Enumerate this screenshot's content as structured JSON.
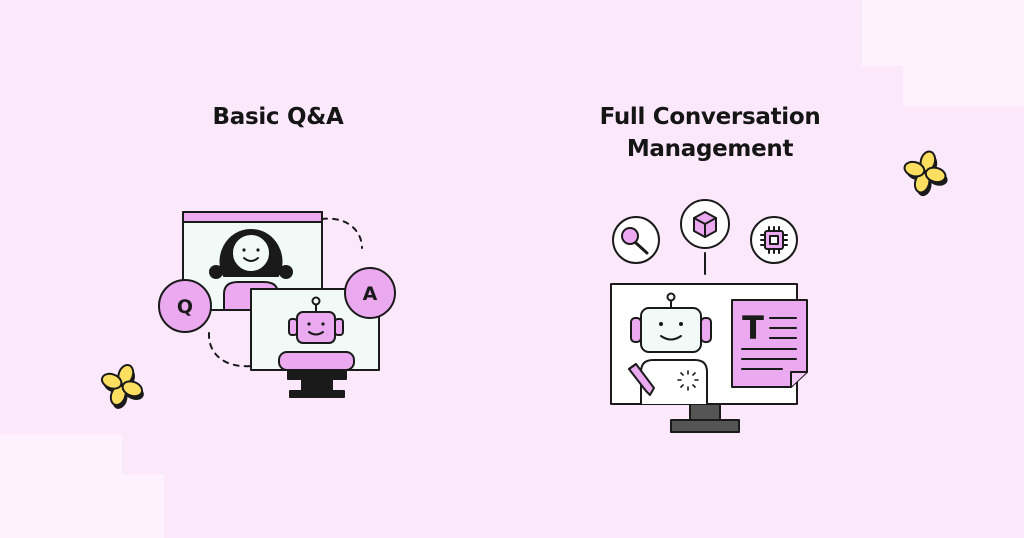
{
  "colors": {
    "background": "#fbe9fb",
    "accent_pink": "#eba9ef",
    "screen_fill": "#f1faf7",
    "sparkle_yellow": "#fcdf61",
    "outline": "#1a1a1a"
  },
  "left_card": {
    "title": "Basic Q&A",
    "bubble_q": "Q",
    "bubble_a": "A"
  },
  "right_card": {
    "title_line1": "Full Conversation",
    "title_line2": "Management",
    "document_letter": "T",
    "icons": [
      "search-icon",
      "cube-icon",
      "chip-icon"
    ]
  }
}
